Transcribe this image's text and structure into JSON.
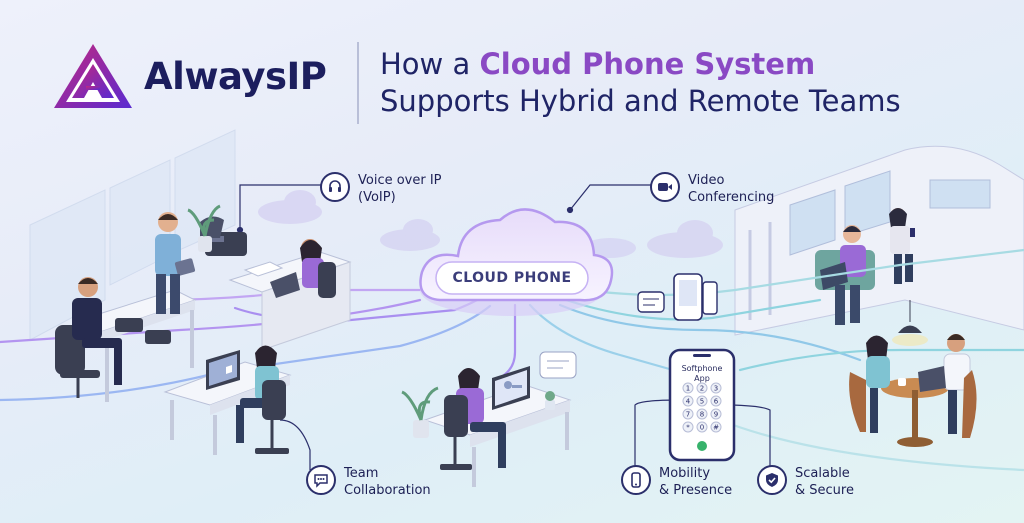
{
  "brand": {
    "name": "AlwaysIP",
    "logo_icon": "triangle-logo-icon"
  },
  "headline": {
    "line1_prefix": "How a ",
    "line1_highlight": "Cloud Phone System",
    "line2": "Supports Hybrid and Remote Teams"
  },
  "cloud": {
    "label": "CLOUD PHONE"
  },
  "features": {
    "voip": {
      "line1": "Voice over IP",
      "line2": "(VoIP)",
      "icon": "headset-icon"
    },
    "video": {
      "line1": "Video",
      "line2": "Conferencing",
      "icon": "video-camera-icon"
    },
    "team": {
      "line1": "Team",
      "line2": "Collaboration",
      "icon": "chat-icon"
    },
    "mobility": {
      "line1": "Mobility",
      "line2": "& Presence",
      "icon": "mobile-icon"
    },
    "secure": {
      "line1": "Scalable",
      "line2": "& Secure",
      "icon": "shield-icon"
    }
  },
  "softphone": {
    "line1": "Softphone",
    "line2": "App",
    "keys": [
      "1",
      "2",
      "3",
      "4",
      "5",
      "6",
      "7",
      "8",
      "9",
      "*",
      "0",
      "#"
    ]
  },
  "colors": {
    "navy": "#1c1e5e",
    "purple": "#8a49c4",
    "accent_line": "#a98ff0",
    "teal": "#7fd6e0"
  }
}
